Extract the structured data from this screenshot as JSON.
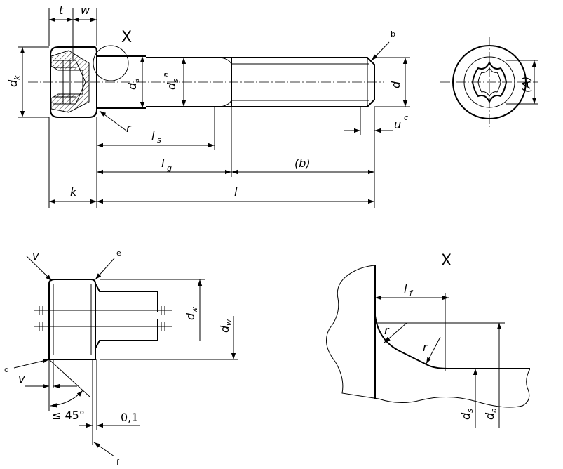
{
  "labels": {
    "t": "t",
    "w": "w",
    "X": "X",
    "b_note": "b",
    "d_k": "d",
    "d_k_sub": "k",
    "d_a": "d",
    "d_a_sub": "a",
    "d_s": "d",
    "d_s_sub": "s",
    "d_s_sup": "a",
    "d": "d",
    "A": "(A)",
    "r": "r",
    "l_s": "l",
    "l_s_sub": "s",
    "u": "u",
    "u_sup": "c",
    "l_g": "l",
    "l_g_sub": "g",
    "b_len": "(b)",
    "k": "k",
    "l": "l",
    "v": "v",
    "e_note": "e",
    "d_w": "d",
    "d_w_sub": "w",
    "d_note": "d",
    "angle": "≤ 45°",
    "tolerance": "0,1",
    "f_note": "f",
    "detail_X": "X",
    "l_f": "l",
    "l_f_sub": "f"
  }
}
